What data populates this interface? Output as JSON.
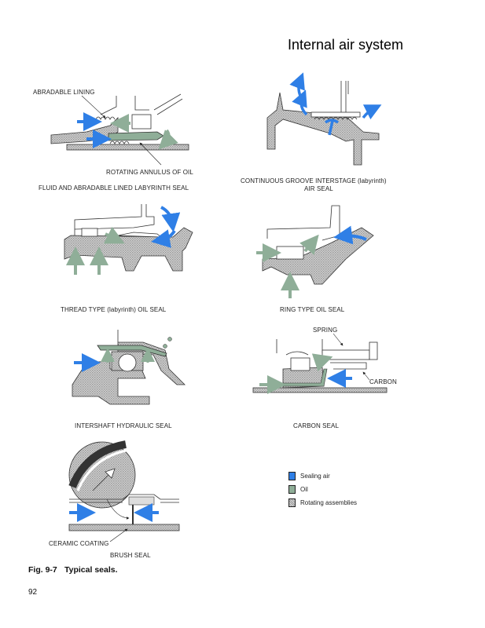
{
  "header": {
    "title": "Internal air system"
  },
  "colors": {
    "sealing_air": "#2f7fe6",
    "oil": "#8fae98",
    "rotating": "#c8c8c8",
    "stroke": "#333333"
  },
  "seals": [
    {
      "name": "fluid-and-abradable-lined-labyrinth-seal",
      "caption": "FLUID AND  ABRADABLE  LINED LABYRINTH SEAL",
      "labels": {
        "abradable_lining": "ABRADABLE  LINING",
        "rotating_annulus": "ROTATING ANNULUS OF OIL"
      }
    },
    {
      "name": "continuous-groove-interstage-seal",
      "caption_line1": "CONTINUOUS GROOVE INTERSTAGE (labyrinth)",
      "caption_line2": "AIR SEAL"
    },
    {
      "name": "thread-type-oil-seal",
      "caption": "THREAD TYPE (labyrinth) OIL SEAL"
    },
    {
      "name": "ring-type-oil-seal",
      "caption": "RING TYPE OIL SEAL"
    },
    {
      "name": "intershaft-hydraulic-seal",
      "caption": "INTERSHAFT HYDRAULIC SEAL"
    },
    {
      "name": "carbon-seal",
      "caption": "CARBON SEAL",
      "labels": {
        "spring": "SPRING",
        "carbon": "CARBON"
      }
    },
    {
      "name": "brush-seal",
      "caption": "BRUSH SEAL",
      "labels": {
        "ceramic_coating": "CERAMIC COATING"
      }
    }
  ],
  "legend": [
    {
      "label": "Sealing air",
      "key": "sealing_air"
    },
    {
      "label": "Oil",
      "key": "oil"
    },
    {
      "label": "Rotating assemblies",
      "key": "rotating"
    }
  ],
  "figure": {
    "number": "Fig. 9-7",
    "caption": "Typical seals."
  },
  "page_number": "92"
}
